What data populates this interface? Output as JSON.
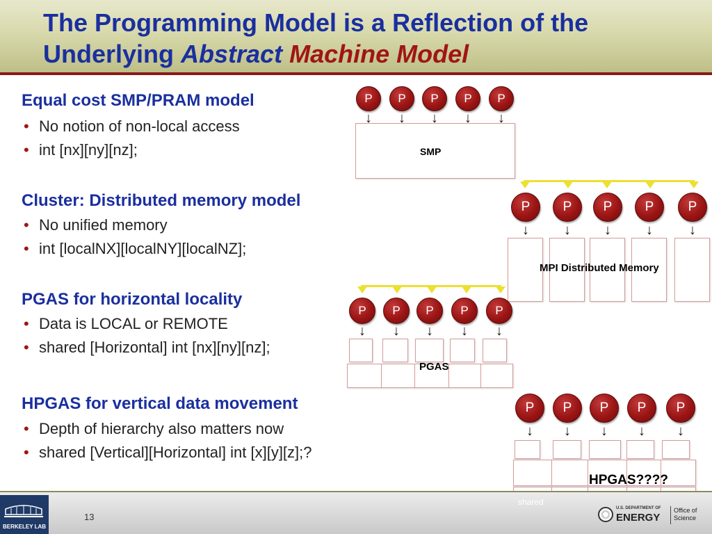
{
  "slide": {
    "title_line1": "The Programming Model is a Reflection of the",
    "title_line2_prefix": "Underlying",
    "title_line2_italic1": "Abstract",
    "title_line2_italic2": "Machine Model",
    "page_number": "13"
  },
  "sections": [
    {
      "heading": "Equal cost SMP/PRAM model",
      "bullets": [
        "No notion of non-local access",
        "int [nx][ny][nz];"
      ]
    },
    {
      "heading": "Cluster: Distributed memory model",
      "bullets": [
        "No unified memory",
        "int [localNX][localNY][localNZ];"
      ]
    },
    {
      "heading": "PGAS for horizontal locality",
      "bullets": [
        "Data is LOCAL or REMOTE",
        "shared [Horizontal] int [nx][ny][nz];"
      ]
    },
    {
      "heading": "HPGAS for vertical data movement",
      "bullets": [
        "Depth of hierarchy also matters now",
        "shared [Vertical][Horizontal] int [x][y][z];?"
      ]
    }
  ],
  "diagrams": {
    "processor_label": "P",
    "bullet_glyph": "•",
    "arrow_glyph": "↓",
    "smp_label": "SMP",
    "mpi_label": "MPI Distributed Memory",
    "pgas_label": "PGAS",
    "hpgas_label": "HPGAS????",
    "shared_label": "shared"
  },
  "footer": {
    "lab_name": "BERKELEY LAB",
    "doe_dept": "U.S. DEPARTMENT OF",
    "doe_energy": "ENERGY",
    "office_line1": "Office of",
    "office_line2": "Science"
  },
  "colors": {
    "title_blue": "#1a2f9e",
    "accent_red": "#a01515",
    "processor_red": "#9b1414",
    "connector_yellow": "#ece030"
  }
}
